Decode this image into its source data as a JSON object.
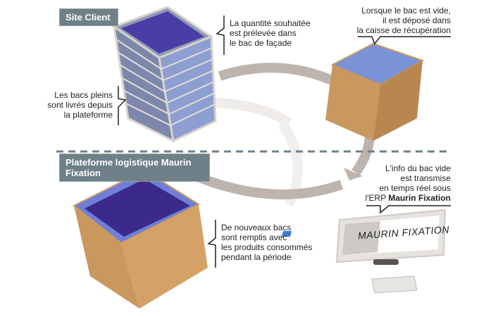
{
  "sections": {
    "top": {
      "label": "Site Client"
    },
    "bottom": {
      "label": "Plateforme logistique Maurin Fixation"
    }
  },
  "callouts": {
    "picking": [
      "La quantité souhaitée",
      "est prélevée dans",
      "le bac de façade"
    ],
    "empty_bin": [
      "Lorsque le bac est vide,",
      "il est déposé dans",
      "la caisse de récupération"
    ],
    "delivery": [
      "Les bacs pleins",
      "sont livrés depuis",
      "la plateforme"
    ],
    "erp": {
      "lines": [
        "L'info du bac vide",
        "est transmise",
        "en temps réel sous"
      ],
      "last_prefix": "l'ERP ",
      "last_bold": "Maurin Fixation"
    },
    "refill": [
      "De nouveaux bacs",
      "sont remplis avec",
      "les produits consommés",
      "pendant la période"
    ]
  },
  "screen_brand": "MAURIN FIXATION",
  "colors": {
    "label_bg": "#6f8088",
    "cardboard": "#c9985e",
    "bin_blue": "#7a92d6",
    "bin_purple": "#3b2a8a",
    "arrow": "#bdb5ad",
    "dash": "#6f8088"
  }
}
